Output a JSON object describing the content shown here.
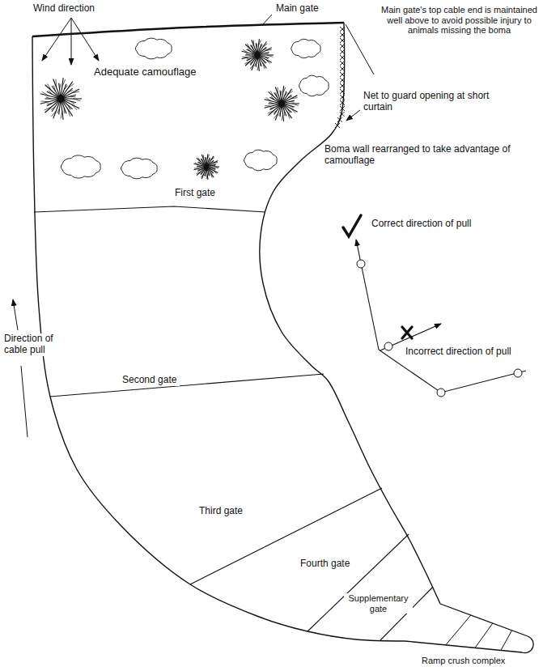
{
  "diagram": {
    "labels": [
      "Wind direction",
      "Main gate",
      "Main gate's top cable end is maintained well above to avoid possible injury to animals missing the boma",
      "Adequate camouflage",
      "Net to guard opening at short curtain",
      "Boma wall rearranged to take advantage of camouflage",
      "First gate",
      "Correct direction of pull",
      "Incorrect direction of pull",
      "Direction of cable pull",
      "Second gate",
      "Third gate",
      "Fourth gate",
      "Supplementary gate",
      "Ramp crush complex"
    ]
  }
}
